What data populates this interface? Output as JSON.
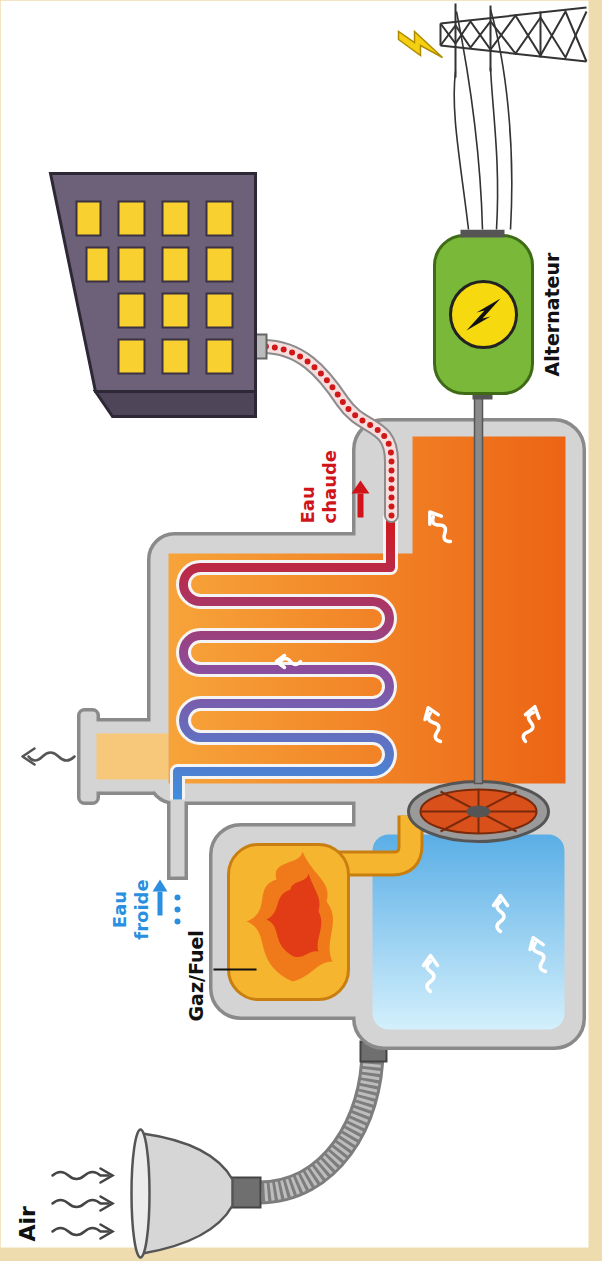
{
  "diagram": {
    "nodes": [
      {
        "text": [
          "Alternateur"
        ]
      }
    ],
    "labels": [
      "Air",
      "Gaz/Fuel",
      "Eau froide",
      "Eau chaude"
    ]
  }
}
